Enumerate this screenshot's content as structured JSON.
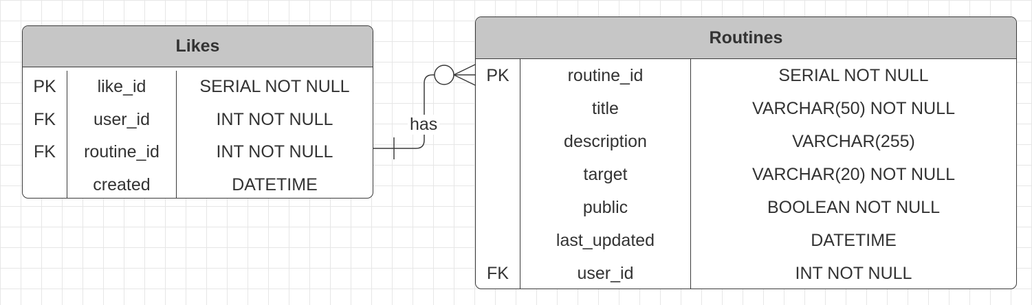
{
  "likes": {
    "title": "Likes",
    "rows": [
      {
        "key": "PK",
        "name": "like_id",
        "type": "SERIAL NOT NULL"
      },
      {
        "key": "FK",
        "name": "user_id",
        "type": "INT NOT NULL"
      },
      {
        "key": "FK",
        "name": "routine_id",
        "type": "INT NOT NULL"
      },
      {
        "key": "",
        "name": "created",
        "type": "DATETIME"
      }
    ]
  },
  "routines": {
    "title": "Routines",
    "rows": [
      {
        "key": "PK",
        "name": "routine_id",
        "type": "SERIAL NOT NULL"
      },
      {
        "key": "",
        "name": "title",
        "type": "VARCHAR(50) NOT NULL"
      },
      {
        "key": "",
        "name": "description",
        "type": "VARCHAR(255)"
      },
      {
        "key": "",
        "name": "target",
        "type": "VARCHAR(20) NOT NULL"
      },
      {
        "key": "",
        "name": "public",
        "type": "BOOLEAN NOT NULL"
      },
      {
        "key": "",
        "name": "last_updated",
        "type": "DATETIME"
      },
      {
        "key": "FK",
        "name": "user_id",
        "type": "INT NOT NULL"
      }
    ]
  },
  "relationship": {
    "label": "has"
  },
  "colors": {
    "header_fill": "#c6c6c6",
    "border": "#3a3a3a",
    "text": "#333333",
    "grid": "#e6e6e6"
  }
}
